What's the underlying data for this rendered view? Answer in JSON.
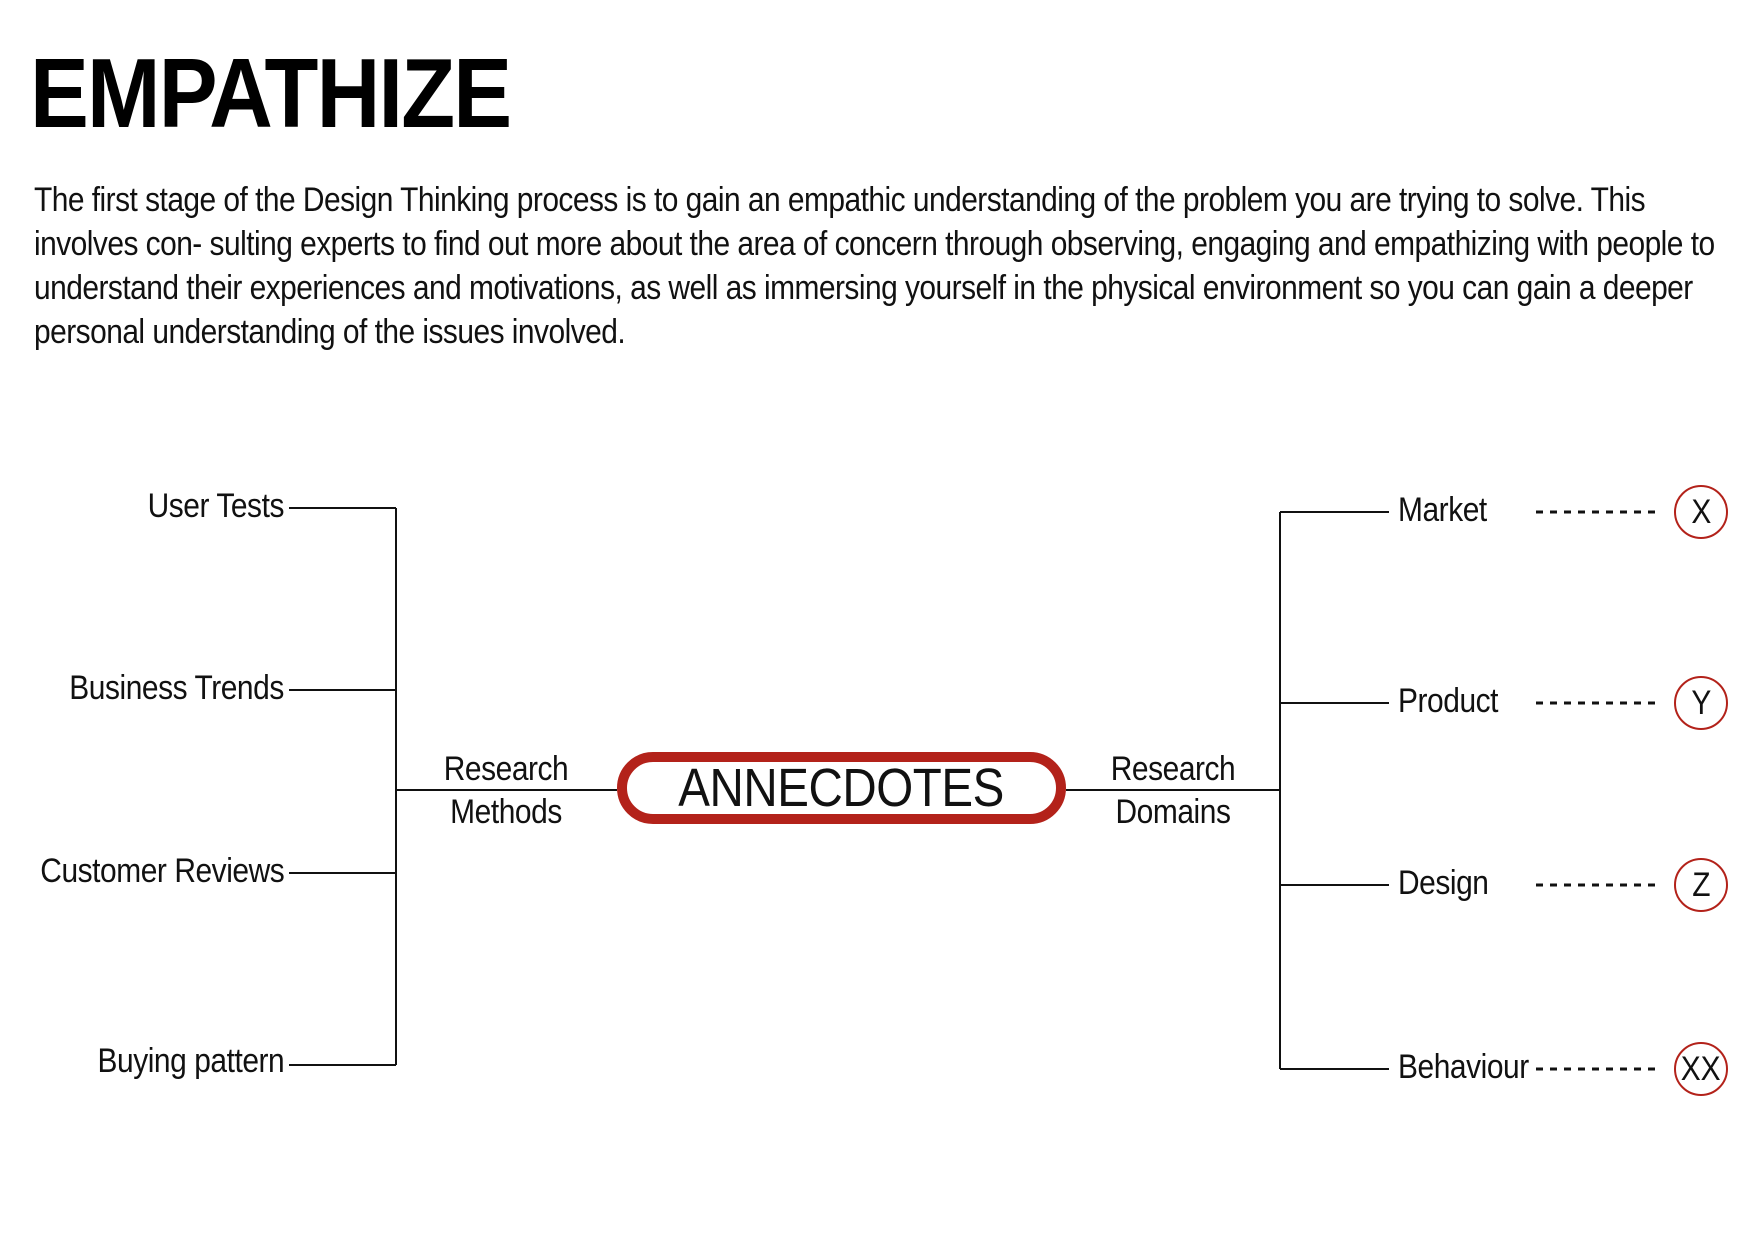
{
  "header": {
    "title": "EMPATHIZE",
    "intro": "The first stage of the Design Thinking process is to gain an empathic understanding of the problem you are trying to solve. This involves con- sulting experts to find out more about the area of concern through observing, engaging and empathizing with people to understand their experiences and motivations, as well as immersing yourself in the physical environment so you can gain a deeper personal understanding of the issues involved."
  },
  "diagram": {
    "hub": {
      "label": "ANNECDOTES",
      "color": "#b3221a"
    },
    "left_branch": {
      "label_line1": "Research",
      "label_line2": "Methods",
      "items": [
        "User Tests",
        "Business Trends",
        "Customer Reviews",
        "Buying pattern"
      ]
    },
    "right_branch": {
      "label_line1": "Research",
      "label_line2": "Domains",
      "items": [
        {
          "label": "Market",
          "badge": "X"
        },
        {
          "label": "Product",
          "badge": "Y"
        },
        {
          "label": "Design",
          "badge": "Z"
        },
        {
          "label": "Behaviour",
          "badge": "XX"
        }
      ]
    }
  }
}
